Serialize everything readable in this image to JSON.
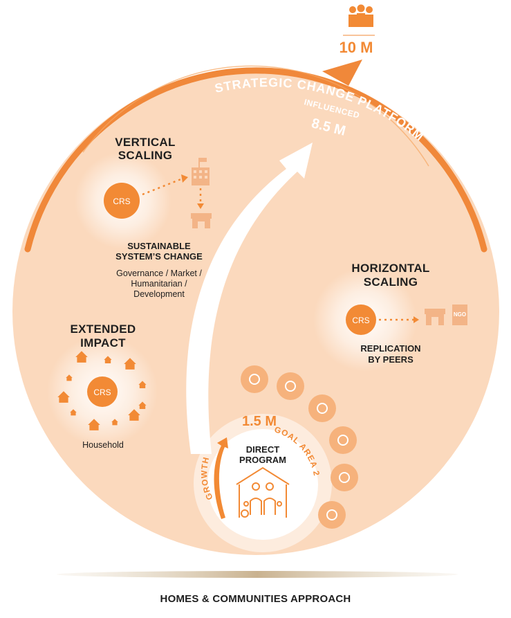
{
  "colors": {
    "disc": "#fbd9bd",
    "ring": "#f0883a",
    "accent": "#f28a35",
    "text": "#1f1f1f",
    "icon_light": "#f3b487",
    "base_bar": "#d6c4a8"
  },
  "top": {
    "people_icon": "people-group-icon",
    "value": "10 M"
  },
  "platform": {
    "arc_label": "STRATEGIC CHANGE PLATFORM",
    "influenced_label": "INFLUENCED",
    "influenced_value": "8.5 M"
  },
  "vertical": {
    "title_line1": "VERTICAL",
    "title_line2": "SCALING",
    "logo_text": "CRS",
    "subtitle_line1": "SUSTAINABLE",
    "subtitle_line2": "SYSTEM’S CHANGE",
    "desc_line1": "Governance / Market /",
    "desc_line2": "Humanitarian /",
    "desc_line3": "Development"
  },
  "horizontal": {
    "title_line1": "HORIZONTAL",
    "title_line2": "SCALING",
    "logo_text": "CRS",
    "ngo_label": "NGO",
    "subtitle_line1": "REPLICATION",
    "subtitle_line2": "BY PEERS"
  },
  "extended": {
    "title_line1": "EXTENDED",
    "title_line2": "IMPACT",
    "logo_text": "CRS",
    "label": "Household"
  },
  "direct": {
    "value": "1.5 M",
    "title_line1": "DIRECT",
    "title_line2": "PROGRAM",
    "growth_label": "GROWTH",
    "goal_label": "GOAL AREA 2"
  },
  "goal_icons": [
    "person-icon",
    "houses-icon",
    "plant-icon",
    "money-icon",
    "institution-icon",
    "group-icon"
  ],
  "footer": {
    "title": "HOMES & COMMUNITIES APPROACH"
  }
}
